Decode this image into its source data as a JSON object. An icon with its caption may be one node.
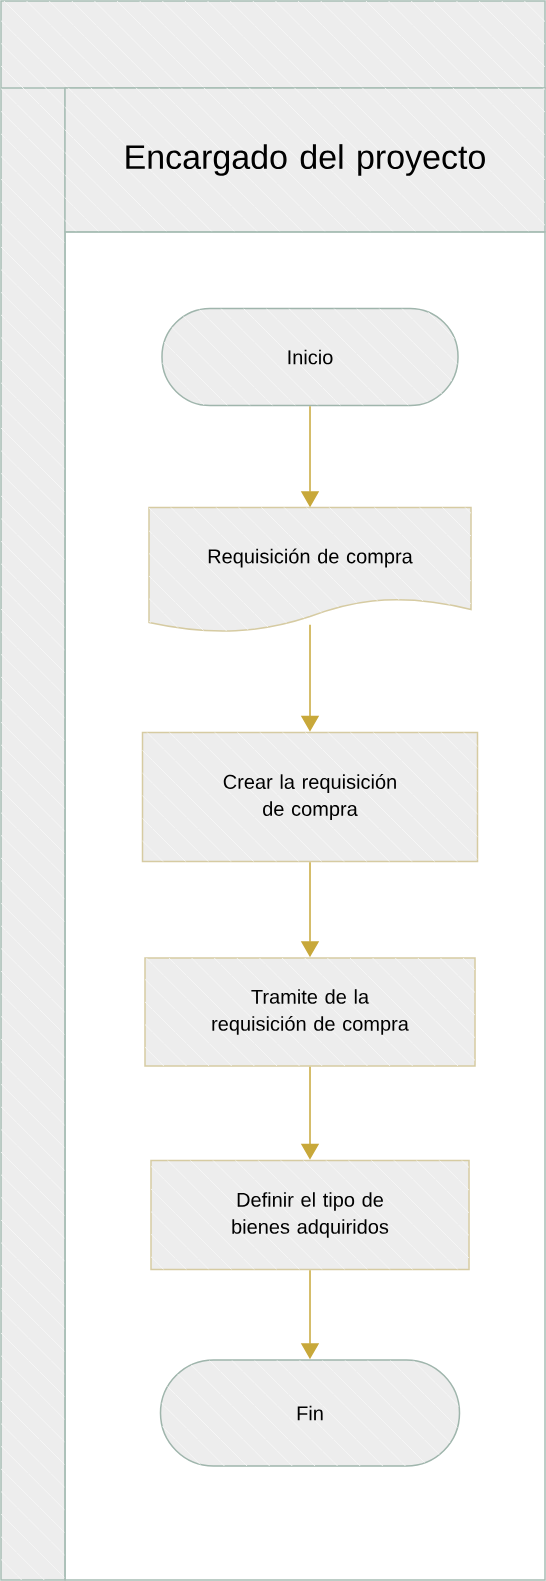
{
  "diagram": {
    "nodes": [
      {
        "text": [
          "Encargado del proyecto"
        ]
      },
      {
        "text": [
          "Inicio"
        ],
        "in": 0
      },
      {
        "text": [
          "Requisición de compra"
        ],
        "in": 0
      },
      {
        "text": [
          "Crear la requisición de compra"
        ],
        "in": 0
      },
      {
        "text": [
          "Tramite de la requisición de compra"
        ],
        "in": 0
      },
      {
        "text": [
          "Definir el tipo de bienes adquiridos"
        ],
        "in": 0
      },
      {
        "text": [
          "Fin"
        ],
        "in": 0
      }
    ],
    "edges": [
      {
        "from": 1,
        "to": 2,
        "arrow": "to"
      },
      {
        "from": 2,
        "to": 3,
        "arrow": "to"
      },
      {
        "from": 3,
        "to": 4,
        "arrow": "to"
      },
      {
        "from": 4,
        "to": 5,
        "arrow": "to"
      },
      {
        "from": 5,
        "to": 6,
        "arrow": "to"
      }
    ]
  }
}
